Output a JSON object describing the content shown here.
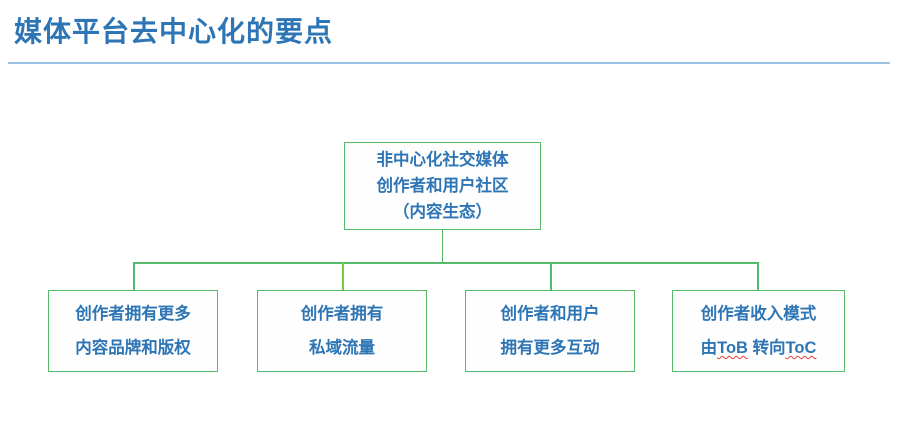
{
  "header": {
    "title": "媒体平台去中心化的要点"
  },
  "diagram": {
    "type": "org-chart",
    "accent_border_color": "#55BB6A",
    "text_color": "#2E75B6",
    "divider_color": "#9DC3E6",
    "root": {
      "lines": [
        "非中心化社交媒体",
        "创作者和用户社区",
        "（内容生态）"
      ]
    },
    "leaves": [
      {
        "lines": [
          "创作者拥有更多",
          "内容品牌和版权"
        ]
      },
      {
        "lines": [
          "创作者拥有",
          "私域流量"
        ]
      },
      {
        "lines": [
          "创作者和用户",
          "拥有更多互动"
        ]
      },
      {
        "lines": [
          "创作者收入模式",
          "由ToB 转向ToC"
        ],
        "line2_parts": {
          "pre": "由",
          "term1": "ToB",
          "mid": " 转向",
          "term2": "ToC"
        },
        "misspelled_terms": [
          "ToB",
          "ToC"
        ]
      }
    ]
  }
}
